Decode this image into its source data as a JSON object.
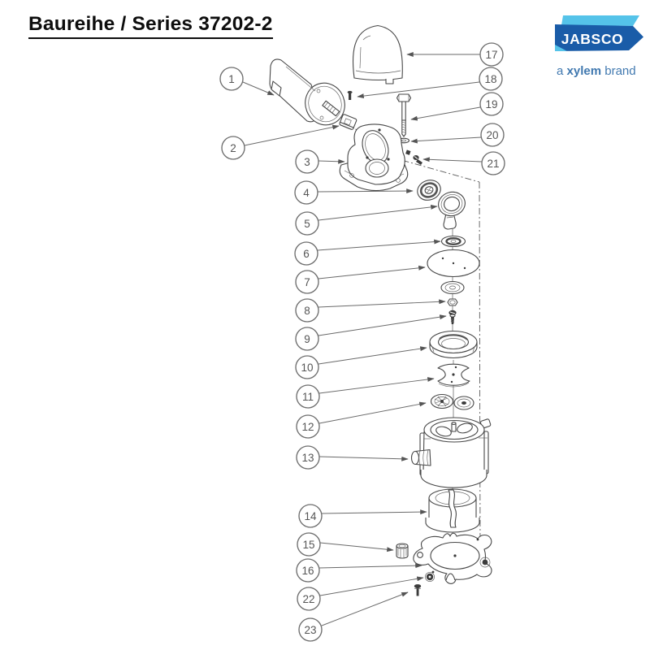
{
  "page": {
    "title": "Baureihe / Series 37202-2"
  },
  "logo": {
    "brand": "JABSCO",
    "tagline_prefix": "a ",
    "tagline_bold": "xylem",
    "tagline_suffix": " brand",
    "colors": {
      "banner_blue": "#1A5CA8",
      "accent_cyan": "#55C3E9",
      "tagline_blue": "#4179B0"
    }
  },
  "diagram": {
    "type": "exploded-parts-diagram",
    "line_color": "#474747",
    "callouts": [
      {
        "number": "1"
      },
      {
        "number": "2"
      },
      {
        "number": "3"
      },
      {
        "number": "4"
      },
      {
        "number": "5"
      },
      {
        "number": "6"
      },
      {
        "number": "7"
      },
      {
        "number": "8"
      },
      {
        "number": "9"
      },
      {
        "number": "10"
      },
      {
        "number": "11"
      },
      {
        "number": "12"
      },
      {
        "number": "13"
      },
      {
        "number": "14"
      },
      {
        "number": "15"
      },
      {
        "number": "16"
      },
      {
        "number": "17"
      },
      {
        "number": "18"
      },
      {
        "number": "19"
      },
      {
        "number": "20"
      },
      {
        "number": "21"
      },
      {
        "number": "22"
      },
      {
        "number": "23"
      }
    ]
  }
}
